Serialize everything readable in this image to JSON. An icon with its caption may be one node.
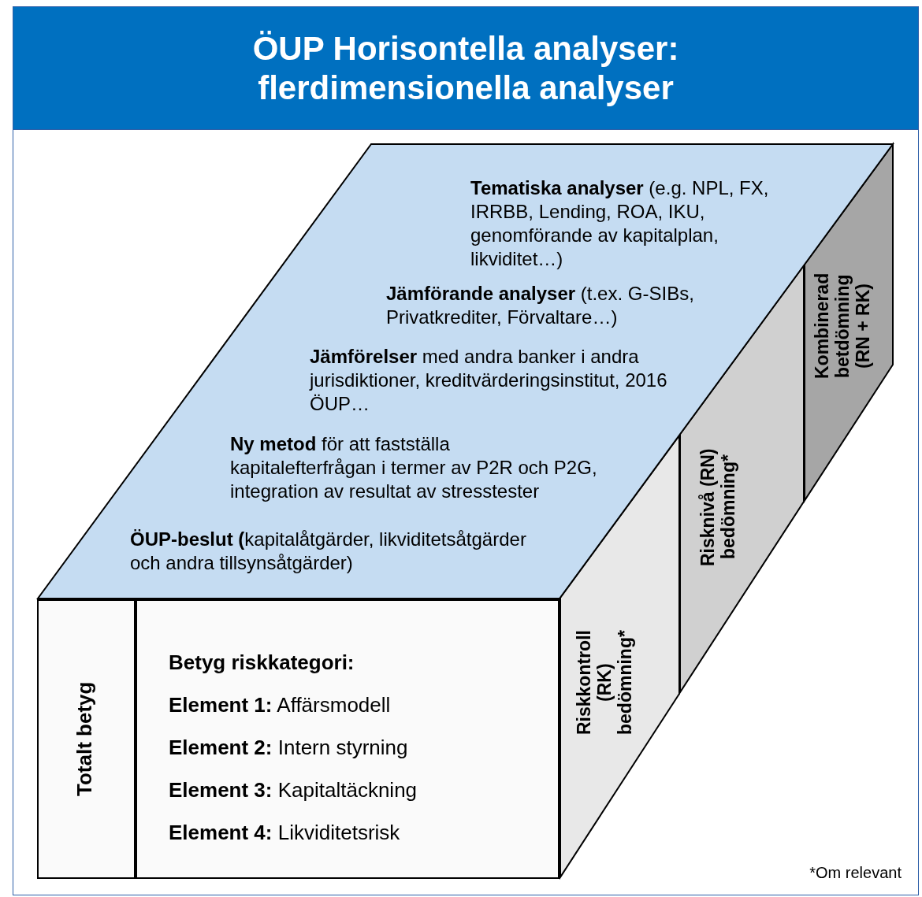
{
  "diagram": {
    "title": "ÖUP Horisontella analyser: flerdimensionella analyser",
    "nodes": [
      {
        "text": [
          "**Tematiska analyser** (e.g. NPL, FX, IRRBB, Lending, ROA, IKU, genomförande av kapitalplan, likviditet…)",
          "**Jämförande analyser** (t.ex. G-SIBs, Privatkrediter, Förvaltare…)",
          "**Jämförelser** med andra banker i andra jurisdiktioner, kreditvärderingsinstitut, 2016 ÖUP…",
          "**Ny metod** för att fastställa kapitalefterfrågan i termer av P2R och P2G, integration av resultat av stresstester",
          "**ÖUP-beslut (**kapitalåtgärder, likviditetsåtgärder och andra tillsynsåtgärder)"
        ]
      },
      {
        "text": [
          "Totalt betyg"
        ]
      },
      {
        "text": [
          "Betyg riskkategori:",
          "**Element 1:** Affärsmodell",
          "**Element 2:** Intern styrning",
          "**Element 3:** Kapitaltäckning",
          "**Element 4:** Likviditetsrisk"
        ]
      },
      {
        "text": [
          "Riskkontroll (RK) bedömning*"
        ]
      },
      {
        "text": [
          "Risknivå (RN) bedömning*"
        ]
      },
      {
        "text": [
          "Kombinerad betdömning (RN + RK)"
        ]
      }
    ],
    "labels": [
      "*Om relevant"
    ]
  }
}
